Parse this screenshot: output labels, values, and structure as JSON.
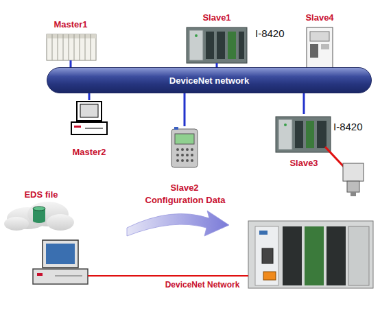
{
  "diagram": {
    "nodes": [
      {
        "text": [
          "Master1"
        ]
      },
      {
        "text": [
          "Slave1"
        ]
      },
      {
        "text": [
          "Slave4"
        ]
      },
      {
        "text": [
          "DeviceNet network"
        ]
      },
      {
        "text": [
          "Master2"
        ]
      },
      {
        "text": [
          "Slave2"
        ]
      },
      {
        "text": [
          "Slave3"
        ]
      },
      {
        "text": [
          "EDS file"
        ]
      }
    ],
    "edges": [
      {
        "from": 0,
        "to": 3,
        "arrow": "none"
      },
      {
        "from": 1,
        "to": 3,
        "arrow": "none"
      },
      {
        "from": 4,
        "to": 3,
        "arrow": "none"
      },
      {
        "from": 5,
        "to": 3,
        "arrow": "none"
      },
      {
        "from": 6,
        "to": 3,
        "arrow": "none"
      }
    ],
    "labels": [
      "I-8420",
      "I-8420",
      "Configuration Data",
      "DeviceNet Network"
    ]
  }
}
